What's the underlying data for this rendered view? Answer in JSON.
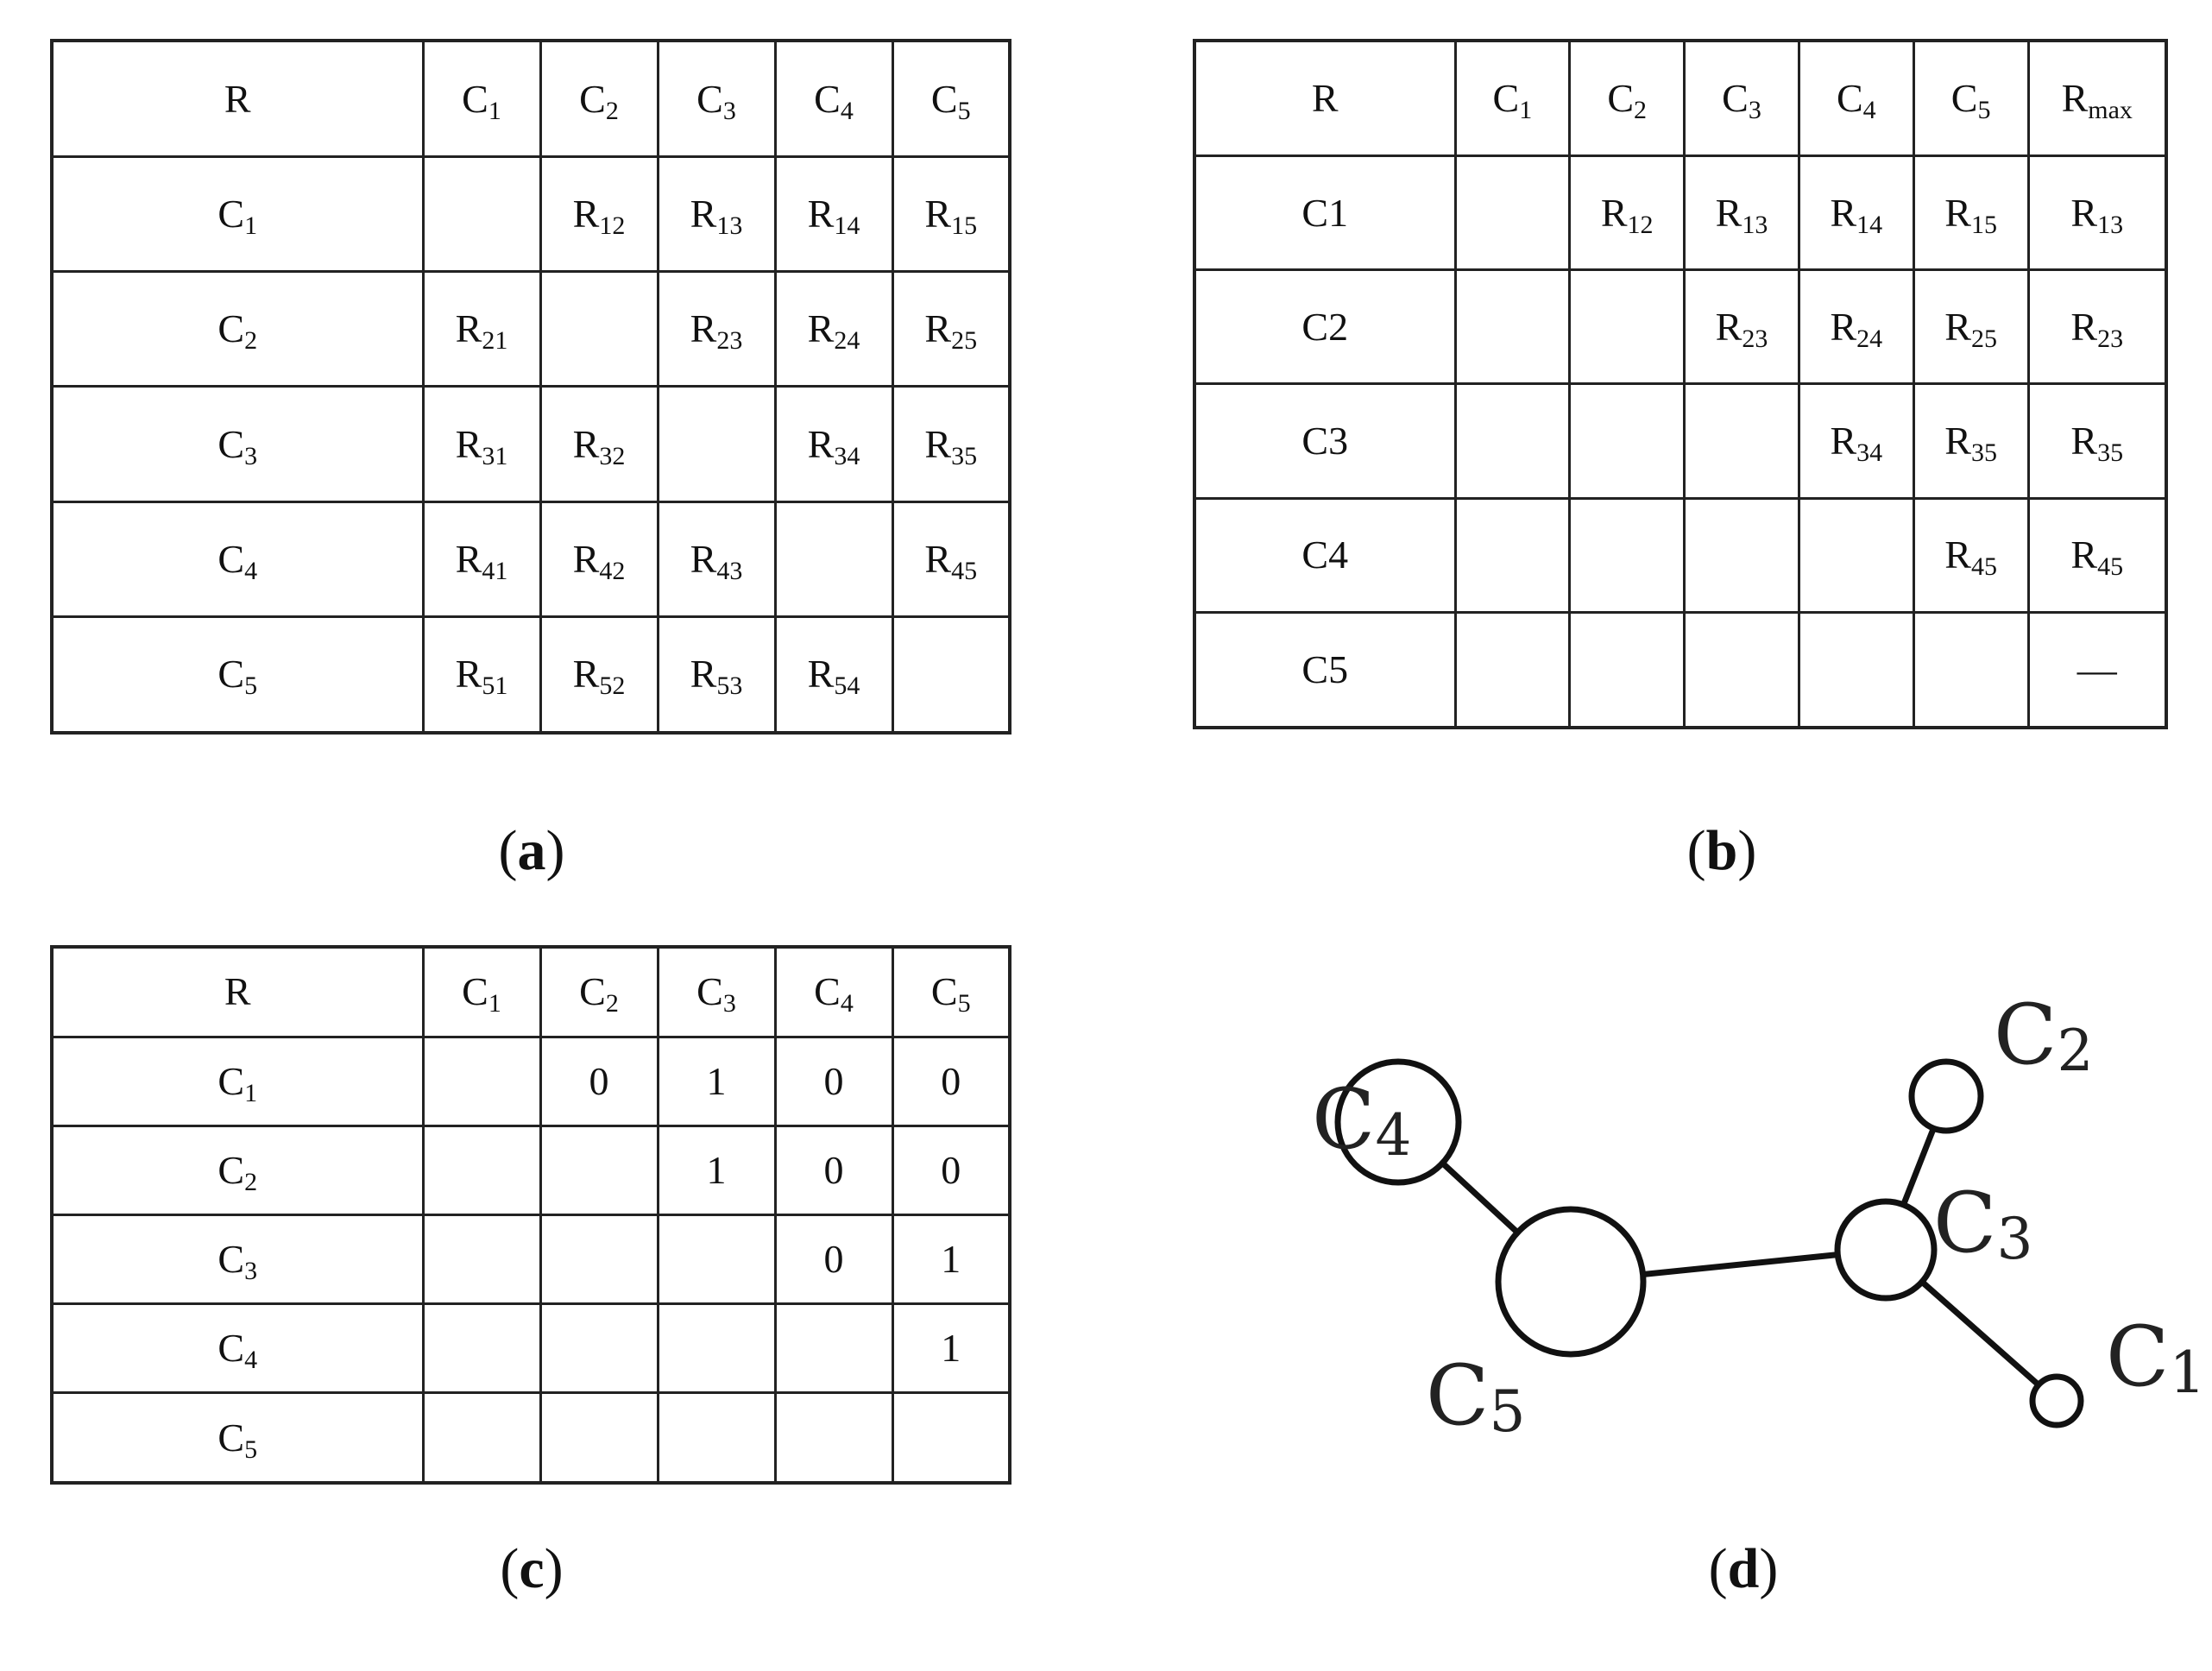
{
  "table_a": {
    "rows": [
      [
        {
          "t": "R",
          "s": ""
        },
        {
          "t": "C",
          "s": "1"
        },
        {
          "t": "C",
          "s": "2"
        },
        {
          "t": "C",
          "s": "3"
        },
        {
          "t": "C",
          "s": "4"
        },
        {
          "t": "C",
          "s": "5"
        }
      ],
      [
        {
          "t": "C",
          "s": "1"
        },
        {
          "t": "",
          "s": ""
        },
        {
          "t": "R",
          "s": "12"
        },
        {
          "t": "R",
          "s": "13"
        },
        {
          "t": "R",
          "s": "14"
        },
        {
          "t": "R",
          "s": "15"
        }
      ],
      [
        {
          "t": "C",
          "s": "2"
        },
        {
          "t": "R",
          "s": "21"
        },
        {
          "t": "",
          "s": ""
        },
        {
          "t": "R",
          "s": "23"
        },
        {
          "t": "R",
          "s": "24"
        },
        {
          "t": "R",
          "s": "25"
        }
      ],
      [
        {
          "t": "C",
          "s": "3"
        },
        {
          "t": "R",
          "s": "31"
        },
        {
          "t": "R",
          "s": "32"
        },
        {
          "t": "",
          "s": ""
        },
        {
          "t": "R",
          "s": "34"
        },
        {
          "t": "R",
          "s": "35"
        }
      ],
      [
        {
          "t": "C",
          "s": "4"
        },
        {
          "t": "R",
          "s": "41"
        },
        {
          "t": "R",
          "s": "42"
        },
        {
          "t": "R",
          "s": "43"
        },
        {
          "t": "",
          "s": ""
        },
        {
          "t": "R",
          "s": "45"
        }
      ],
      [
        {
          "t": "C",
          "s": "5"
        },
        {
          "t": "R",
          "s": "51"
        },
        {
          "t": "R",
          "s": "52"
        },
        {
          "t": "R",
          "s": "53"
        },
        {
          "t": "R",
          "s": "54"
        },
        {
          "t": "",
          "s": ""
        }
      ]
    ]
  },
  "table_b": {
    "rows": [
      [
        {
          "t": "R",
          "s": ""
        },
        {
          "t": "C",
          "s": "1"
        },
        {
          "t": "C",
          "s": "2"
        },
        {
          "t": "C",
          "s": "3"
        },
        {
          "t": "C",
          "s": "4"
        },
        {
          "t": "C",
          "s": "5"
        },
        {
          "t": "R",
          "s": "max"
        }
      ],
      [
        {
          "t": "C1",
          "s": ""
        },
        {
          "t": "",
          "s": ""
        },
        {
          "t": "R",
          "s": "12"
        },
        {
          "t": "R",
          "s": "13"
        },
        {
          "t": "R",
          "s": "14"
        },
        {
          "t": "R",
          "s": "15"
        },
        {
          "t": "R",
          "s": "13"
        }
      ],
      [
        {
          "t": "C2",
          "s": ""
        },
        {
          "t": "",
          "s": ""
        },
        {
          "t": "",
          "s": ""
        },
        {
          "t": "R",
          "s": "23"
        },
        {
          "t": "R",
          "s": "24"
        },
        {
          "t": "R",
          "s": "25"
        },
        {
          "t": "R",
          "s": "23"
        }
      ],
      [
        {
          "t": "C3",
          "s": ""
        },
        {
          "t": "",
          "s": ""
        },
        {
          "t": "",
          "s": ""
        },
        {
          "t": "",
          "s": ""
        },
        {
          "t": "R",
          "s": "34"
        },
        {
          "t": "R",
          "s": "35"
        },
        {
          "t": "R",
          "s": "35"
        }
      ],
      [
        {
          "t": "C4",
          "s": ""
        },
        {
          "t": "",
          "s": ""
        },
        {
          "t": "",
          "s": ""
        },
        {
          "t": "",
          "s": ""
        },
        {
          "t": "",
          "s": ""
        },
        {
          "t": "R",
          "s": "45"
        },
        {
          "t": "R",
          "s": "45"
        }
      ],
      [
        {
          "t": "C5",
          "s": ""
        },
        {
          "t": "",
          "s": ""
        },
        {
          "t": "",
          "s": ""
        },
        {
          "t": "",
          "s": ""
        },
        {
          "t": "",
          "s": ""
        },
        {
          "t": "",
          "s": ""
        },
        {
          "t": "—",
          "s": ""
        }
      ]
    ]
  },
  "table_c": {
    "rows": [
      [
        {
          "t": "R",
          "s": ""
        },
        {
          "t": "C",
          "s": "1"
        },
        {
          "t": "C",
          "s": "2"
        },
        {
          "t": "C",
          "s": "3"
        },
        {
          "t": "C",
          "s": "4"
        },
        {
          "t": "C",
          "s": "5"
        }
      ],
      [
        {
          "t": "C",
          "s": "1"
        },
        {
          "t": "",
          "s": ""
        },
        {
          "t": "0",
          "s": ""
        },
        {
          "t": "1",
          "s": ""
        },
        {
          "t": "0",
          "s": ""
        },
        {
          "t": "0",
          "s": ""
        }
      ],
      [
        {
          "t": "C",
          "s": "2"
        },
        {
          "t": "",
          "s": ""
        },
        {
          "t": "",
          "s": ""
        },
        {
          "t": "1",
          "s": ""
        },
        {
          "t": "0",
          "s": ""
        },
        {
          "t": "0",
          "s": ""
        }
      ],
      [
        {
          "t": "C",
          "s": "3"
        },
        {
          "t": "",
          "s": ""
        },
        {
          "t": "",
          "s": ""
        },
        {
          "t": "",
          "s": ""
        },
        {
          "t": "0",
          "s": ""
        },
        {
          "t": "1",
          "s": ""
        }
      ],
      [
        {
          "t": "C",
          "s": "4"
        },
        {
          "t": "",
          "s": ""
        },
        {
          "t": "",
          "s": ""
        },
        {
          "t": "",
          "s": ""
        },
        {
          "t": "",
          "s": ""
        },
        {
          "t": "1",
          "s": ""
        }
      ],
      [
        {
          "t": "C",
          "s": "5"
        },
        {
          "t": "",
          "s": ""
        },
        {
          "t": "",
          "s": ""
        },
        {
          "t": "",
          "s": ""
        },
        {
          "t": "",
          "s": ""
        },
        {
          "t": "",
          "s": ""
        }
      ]
    ]
  },
  "labels": {
    "a": {
      "open": "(",
      "letter": "a",
      "close": ")"
    },
    "b": {
      "open": "(",
      "letter": "b",
      "close": ")"
    },
    "c": {
      "open": "(",
      "letter": "c",
      "close": ")"
    },
    "d": {
      "open": "(",
      "letter": "d",
      "close": ")"
    }
  },
  "graph": {
    "nodes": [
      {
        "id": "C4",
        "base": "C",
        "sub": "4"
      },
      {
        "id": "C5",
        "base": "C",
        "sub": "5"
      },
      {
        "id": "C3",
        "base": "C",
        "sub": "3"
      },
      {
        "id": "C2",
        "base": "C",
        "sub": "2"
      },
      {
        "id": "C1",
        "base": "C",
        "sub": "1"
      }
    ],
    "edges": [
      [
        "C4",
        "C5"
      ],
      [
        "C5",
        "C3"
      ],
      [
        "C3",
        "C2"
      ],
      [
        "C3",
        "C1"
      ]
    ]
  }
}
